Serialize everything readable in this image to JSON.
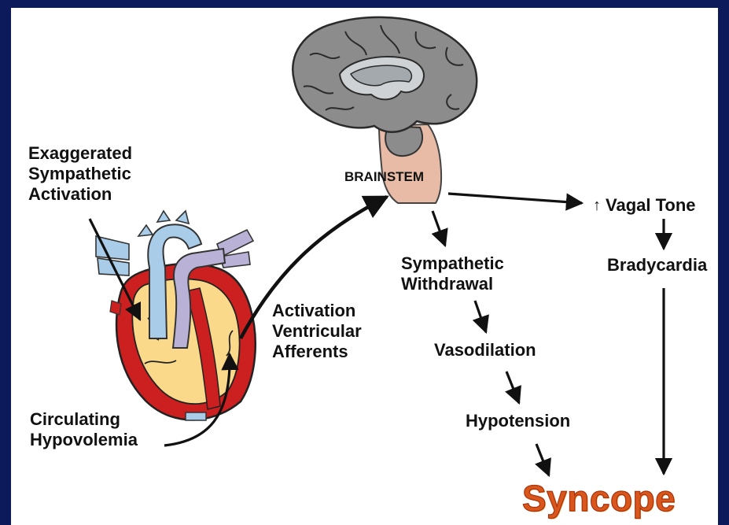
{
  "labels": {
    "exaggerated": "Exaggerated\nSympathetic\nActivation",
    "brainstem": "BRAINSTEM",
    "vagal_arrow": "↑",
    "vagal": "Vagal Tone",
    "bradycardia": "Bradycardia",
    "sympathetic_withdrawal": "Sympathetic\nWithdrawal",
    "vasodilation": "Vasodilation",
    "hypotension": "Hypotension",
    "activation": "Activation\nVentricular\nAfferents",
    "circulating": "Circulating\nHypovolemia",
    "syncope": "Syncope"
  },
  "colors": {
    "background": "#0c1a5c",
    "heart_red": "#cc1f1f",
    "heart_yellow": "#fbd98a",
    "vessel_blue": "#a9cde9",
    "vessel_lavender": "#b9b2d6",
    "brain_gray": "#8c8c8c",
    "brainstem_pink": "#e7bba5",
    "syncope_orange": "#d9561c"
  },
  "icons": [
    "brain-illustration",
    "heart-illustration"
  ]
}
